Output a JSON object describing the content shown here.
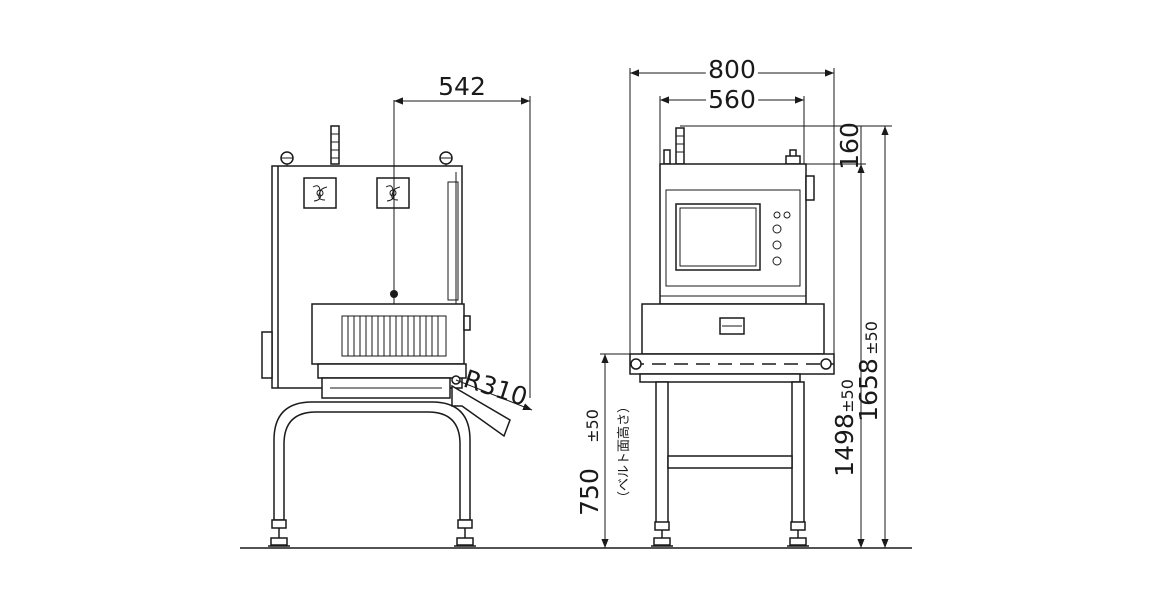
{
  "dimensions": {
    "side_width": "542",
    "bend_radius": "R310",
    "front_width": "800",
    "frame_width": "560",
    "top_height": "160",
    "belt_height_value": "750",
    "belt_height_tol": "±50",
    "belt_height_note": "（ベルト面高さ）",
    "unit_height_value": "1498",
    "unit_height_tol": "±50",
    "total_height_value": "1658",
    "total_height_tol": "±50"
  }
}
